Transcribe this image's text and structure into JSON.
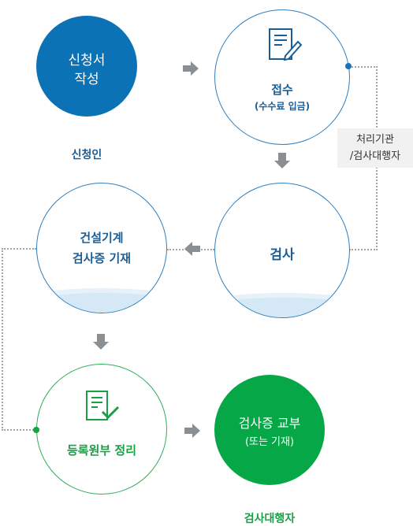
{
  "nodes": {
    "application": {
      "line1": "신청서",
      "line2": "작성"
    },
    "receipt": {
      "title": "접수",
      "subtitle": "(수수료 입금)"
    },
    "inspection": {
      "title": "검사"
    },
    "record": {
      "line1": "건설기계",
      "line2": "검사증 기재"
    },
    "register": {
      "title": "등록원부 정리"
    },
    "issue": {
      "title": "검사증 교부",
      "subtitle": "(또는 기재)"
    }
  },
  "labels": {
    "applicant": "신청인",
    "agency_line1": "처리기관",
    "agency_line2": "/검사대행자",
    "inspector": "검사대행자"
  },
  "icons": {
    "receipt": "document-pen-icon",
    "register": "document-check-icon",
    "arrow": "arrow-icon"
  },
  "colors": {
    "blue": "#0c72b6",
    "green": "#06a746",
    "navy_text": "#1b5e96",
    "green_text": "#1a9f45",
    "arrow": "#8a8f94"
  }
}
